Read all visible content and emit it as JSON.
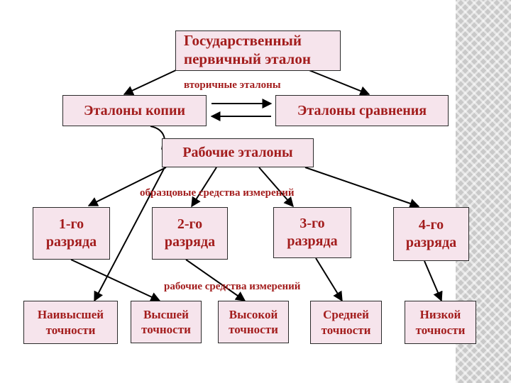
{
  "diagram": {
    "top": {
      "line1": "Государственный",
      "line2": "первичный эталон"
    },
    "copies": "Эталоны копии",
    "comparison": "Эталоны сравнения",
    "working": "Рабочие эталоны",
    "grades": [
      {
        "line1": "1-го",
        "line2": "разряда"
      },
      {
        "line1": "2-го",
        "line2": "разряда"
      },
      {
        "line1": "3-го",
        "line2": "разряда"
      },
      {
        "line1": "4-го",
        "line2": "разряда"
      }
    ],
    "accuracy": [
      {
        "line1": "Наивысшей",
        "line2": "точности"
      },
      {
        "line1": "Высшей",
        "line2": "точности"
      },
      {
        "line1": "Высокой",
        "line2": "точности"
      },
      {
        "line1": "Средней",
        "line2": "точности"
      },
      {
        "line1": "Низкой",
        "line2": "точности"
      }
    ],
    "labels": {
      "secondary": "вторичные эталоны",
      "exemplary": "образцовые средства измерений",
      "working_means": "рабочие средства измерений"
    }
  },
  "colors": {
    "text": "#a31d1d",
    "box_fill": "#f6e4ec",
    "line": "#000000"
  }
}
